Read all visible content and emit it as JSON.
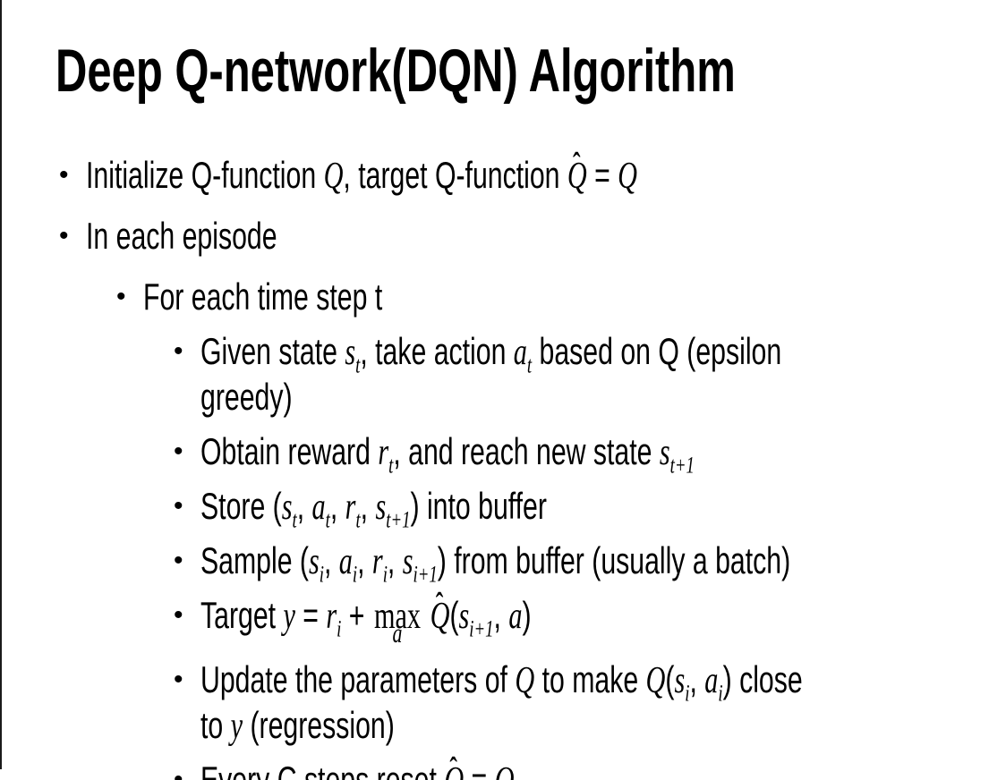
{
  "slide": {
    "title": "Deep Q-network(DQN) Algorithm",
    "bullet_char": "•",
    "hat_char": "ˆ",
    "background_color": "#ffffff",
    "text_color": "#000000",
    "border_color": "#1a1a1a"
  },
  "content": {
    "bullets": [
      {
        "level": 1,
        "segments": [
          {
            "t": "t",
            "v": "Initialize Q-function "
          },
          {
            "t": "m",
            "v": "Q"
          },
          {
            "t": "t",
            "v": ", target Q-function "
          },
          {
            "t": "mh",
            "v": "Q"
          },
          {
            "t": "t",
            "v": " = "
          },
          {
            "t": "m",
            "v": "Q"
          }
        ]
      },
      {
        "level": 1,
        "segments": [
          {
            "t": "t",
            "v": "In each episode"
          }
        ]
      },
      {
        "level": 2,
        "segments": [
          {
            "t": "t",
            "v": "For each time step t"
          }
        ]
      },
      {
        "level": 3,
        "segments": [
          {
            "t": "t",
            "v": "Given state "
          },
          {
            "t": "ms",
            "v": "s",
            "sub": "t"
          },
          {
            "t": "t",
            "v": ", take action "
          },
          {
            "t": "ms",
            "v": "a",
            "sub": "t"
          },
          {
            "t": "t",
            "v": " based on Q (epsilon"
          },
          {
            "t": "br"
          },
          {
            "t": "t",
            "v": "greedy)"
          }
        ]
      },
      {
        "level": 3,
        "segments": [
          {
            "t": "t",
            "v": "Obtain reward "
          },
          {
            "t": "ms",
            "v": "r",
            "sub": "t"
          },
          {
            "t": "t",
            "v": ", and reach new state "
          },
          {
            "t": "ms",
            "v": "s",
            "sub": "t+1"
          }
        ]
      },
      {
        "level": 3,
        "segments": [
          {
            "t": "t",
            "v": "Store ("
          },
          {
            "t": "ms",
            "v": "s",
            "sub": "t"
          },
          {
            "t": "t",
            "v": ", "
          },
          {
            "t": "ms",
            "v": "a",
            "sub": "t"
          },
          {
            "t": "t",
            "v": ", "
          },
          {
            "t": "ms",
            "v": "r",
            "sub": "t"
          },
          {
            "t": "t",
            "v": ", "
          },
          {
            "t": "ms",
            "v": "s",
            "sub": "t+1"
          },
          {
            "t": "t",
            "v": ") into buffer"
          }
        ]
      },
      {
        "level": 3,
        "segments": [
          {
            "t": "t",
            "v": "Sample ("
          },
          {
            "t": "ms",
            "v": "s",
            "sub": "i"
          },
          {
            "t": "t",
            "v": ", "
          },
          {
            "t": "ms",
            "v": "a",
            "sub": "i"
          },
          {
            "t": "t",
            "v": ", "
          },
          {
            "t": "ms",
            "v": "r",
            "sub": "i"
          },
          {
            "t": "t",
            "v": ", "
          },
          {
            "t": "ms",
            "v": "s",
            "sub": "i+1"
          },
          {
            "t": "t",
            "v": ") from buffer (usually a batch)"
          }
        ]
      },
      {
        "level": 3,
        "segments": [
          {
            "t": "t",
            "v": "Target "
          },
          {
            "t": "m",
            "v": "y"
          },
          {
            "t": "t",
            "v": " = "
          },
          {
            "t": "ms",
            "v": "r",
            "sub": "i"
          },
          {
            "t": "t",
            "v": " + "
          },
          {
            "t": "mx",
            "v": "max",
            "under": "a"
          },
          {
            "t": "t",
            "v": " "
          },
          {
            "t": "mh",
            "v": "Q"
          },
          {
            "t": "t",
            "v": "("
          },
          {
            "t": "ms",
            "v": "s",
            "sub": "i+1"
          },
          {
            "t": "t",
            "v": ", "
          },
          {
            "t": "m",
            "v": "a"
          },
          {
            "t": "t",
            "v": ")"
          }
        ]
      },
      {
        "level": 3,
        "segments": [
          {
            "t": "t",
            "v": "Update the parameters of "
          },
          {
            "t": "m",
            "v": "Q"
          },
          {
            "t": "t",
            "v": " to make "
          },
          {
            "t": "m",
            "v": "Q"
          },
          {
            "t": "t",
            "v": "("
          },
          {
            "t": "ms",
            "v": "s",
            "sub": "i"
          },
          {
            "t": "t",
            "v": ", "
          },
          {
            "t": "ms",
            "v": "a",
            "sub": "i"
          },
          {
            "t": "t",
            "v": ") close"
          },
          {
            "t": "br"
          },
          {
            "t": "t",
            "v": "to "
          },
          {
            "t": "m",
            "v": "y"
          },
          {
            "t": "t",
            "v": " (regression)"
          }
        ]
      },
      {
        "level": 3,
        "segments": [
          {
            "t": "t",
            "v": "Every C steps reset "
          },
          {
            "t": "mh",
            "v": "Q"
          },
          {
            "t": "t",
            "v": " = "
          },
          {
            "t": "m",
            "v": "Q"
          }
        ]
      }
    ]
  }
}
